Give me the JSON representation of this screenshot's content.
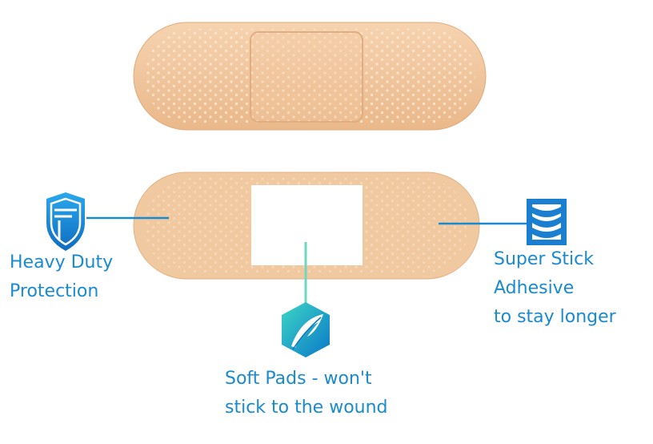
{
  "colors": {
    "bandage": "#f1c9a1",
    "bandage_edge": "#e3b282",
    "pad": "#ffffff",
    "callout_blue": "#1a8ad0",
    "callout_teal": "#6fd6c0"
  },
  "callouts": {
    "protection": {
      "icon": "shield-icon",
      "lines": [
        "Heavy Duty",
        "Protection"
      ]
    },
    "adhesive": {
      "icon": "adhesive-grip-icon",
      "lines": [
        "Super Stick",
        "Adhesive",
        "to stay longer"
      ]
    },
    "pads": {
      "icon": "feather-icon",
      "lines": [
        "Soft Pads - won't",
        "stick to the wound"
      ]
    }
  }
}
